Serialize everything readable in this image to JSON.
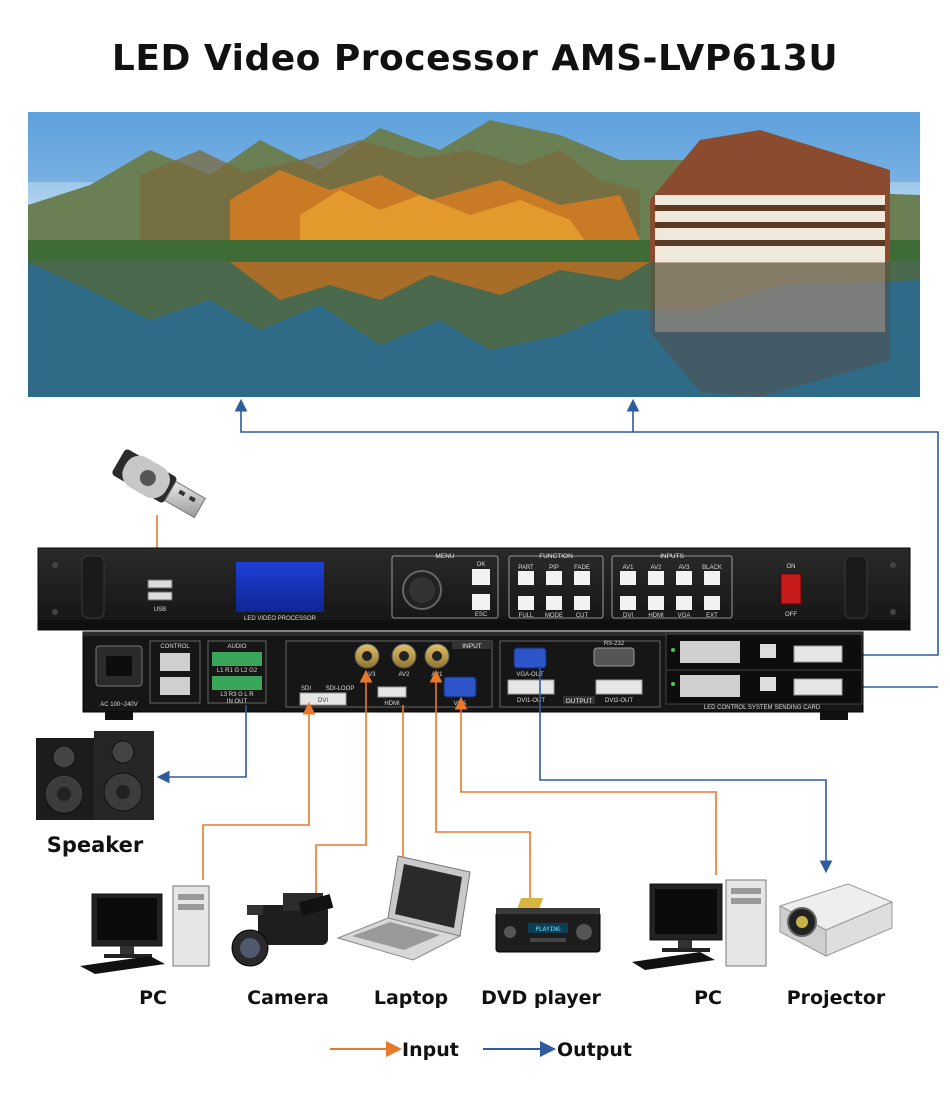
{
  "title": "LED Video Processor AMS-LVP613U",
  "front_panel": {
    "usb_label": "USB",
    "lcd_label": "LED VIDEO PROCESSOR",
    "menu_label": "MENU",
    "menu_buttons": [
      "OK",
      "ESC"
    ],
    "function_label": "FUNCTION",
    "function_buttons": [
      "PART",
      "PIP",
      "FADE",
      "FULL",
      "MODE",
      "CUT"
    ],
    "inputs_label": "INPUTS",
    "input_buttons": [
      "AV1",
      "AV2",
      "AV3",
      "BLACK",
      "DVI",
      "HDMI",
      "VGA",
      "EXT"
    ],
    "power_on": "ON",
    "power_off": "OFF"
  },
  "rear_panel": {
    "power_label": "AC 100~240V",
    "control_label": "CONTROL",
    "audio_label": "AUDIO",
    "audio_top": "L1 R1 G L2 G2",
    "audio_bottom": "L3 R3 G L R",
    "audio_inout": "IN  OUT",
    "input_label": "INPUT",
    "sdi": "SDI",
    "sdi_loop": "SDI-LOOP",
    "av3": "AV3",
    "av2": "AV2",
    "av1": "AV1",
    "dvi": "DVI",
    "hdmi": "HDMI",
    "vga": "VGA",
    "vga_out": "VGA-OUT",
    "rs232": "RS-232",
    "dvi1_out": "DVI1-OUT",
    "output_label": "OUTPUT",
    "dvi2_out": "DVI2-OUT",
    "sending_card": "LED CONTROL SYSTEM SENDING CARD"
  },
  "devices": {
    "speaker": "Speaker",
    "pc1": "PC",
    "camera": "Camera",
    "laptop": "Laptop",
    "dvd": "DVD player",
    "pc2": "PC",
    "projector": "Projector",
    "dvd_display": "PLAYING"
  },
  "legend": {
    "input": "Input",
    "output": "Output"
  },
  "colors": {
    "input_line": "#E8792B",
    "output_line": "#2E5C9E"
  }
}
